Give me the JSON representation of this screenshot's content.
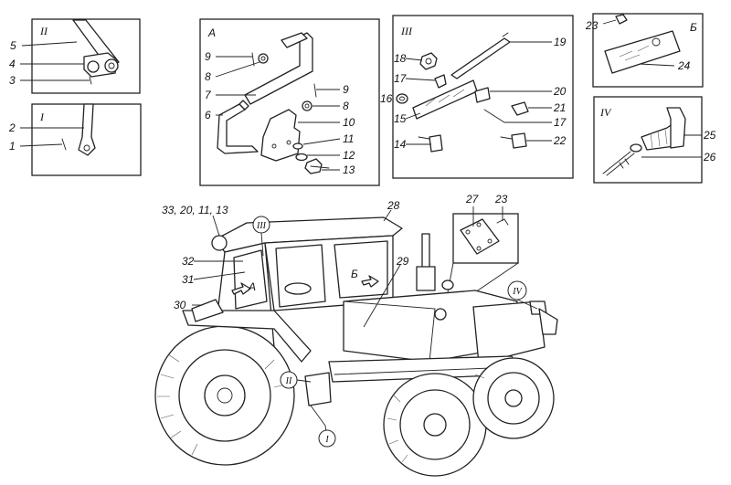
{
  "panels": {
    "II": {
      "title": "II",
      "labels": [
        "5",
        "4",
        "3"
      ]
    },
    "I": {
      "title": "I",
      "labels": [
        "2",
        "1"
      ]
    },
    "A": {
      "title": "А",
      "labels": [
        "9",
        "8",
        "7",
        "6",
        "9",
        "8",
        "10",
        "11",
        "12",
        "13"
      ]
    },
    "III": {
      "title": "III",
      "labels": [
        "18",
        "17",
        "16",
        "15",
        "14",
        "19",
        "20",
        "21",
        "17",
        "22"
      ]
    },
    "B": {
      "title": "Б",
      "labels": [
        "23",
        "24"
      ]
    },
    "IV": {
      "title": "IV",
      "labels": [
        "25",
        "26"
      ]
    }
  },
  "tractor": {
    "labels": {
      "l33": "33, 20, 11, 13",
      "l28": "28",
      "l32": "32",
      "l31": "31",
      "l30": "30",
      "l29": "29",
      "l27": "27",
      "l23": "23"
    },
    "markers": {
      "III": "III",
      "A": "А",
      "B": "Б",
      "IV": "IV",
      "II": "II",
      "I": "I"
    }
  }
}
